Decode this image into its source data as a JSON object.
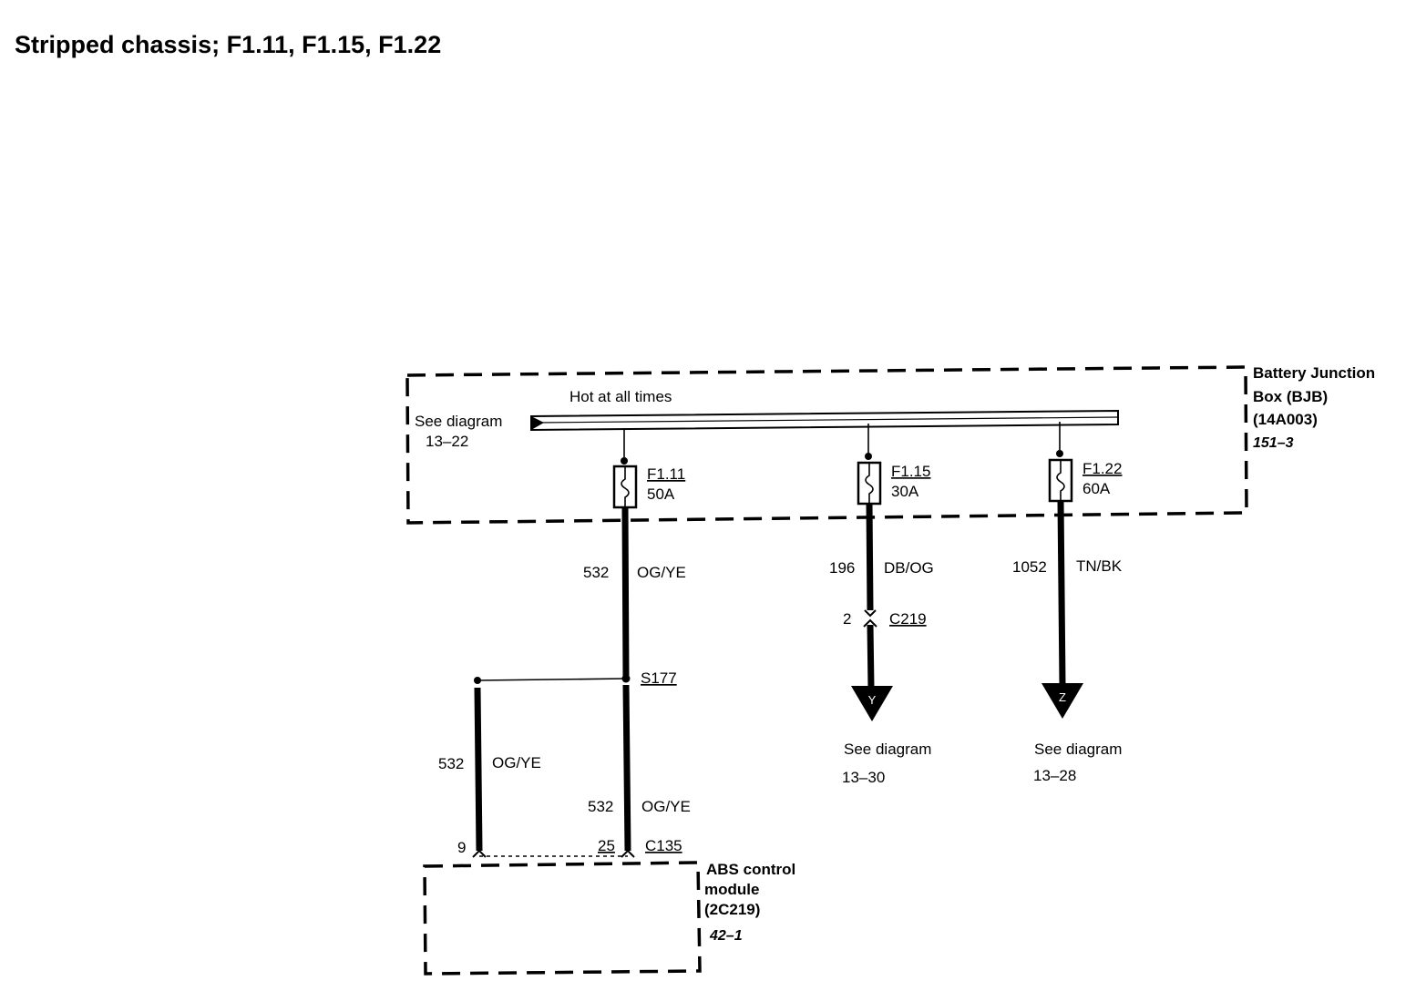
{
  "title": "Stripped chassis; F1.11, F1.15, F1.22",
  "bus": {
    "label": "Hot at all times",
    "see_diagram": "See diagram",
    "see_ref": "13–22"
  },
  "bjb": {
    "line1": "Battery Junction",
    "line2": "Box (BJB)",
    "line3": "(14A003)",
    "ref": "151–3"
  },
  "fuses": [
    {
      "name": "F1.11",
      "rating": "50A"
    },
    {
      "name": "F1.15",
      "rating": "30A"
    },
    {
      "name": "F1.22",
      "rating": "60A"
    }
  ],
  "circuits": {
    "c1": {
      "num": "532",
      "color": "OG/YE"
    },
    "c2": {
      "num": "196",
      "color": "DB/OG"
    },
    "c3": {
      "num": "1052",
      "color": "TN/BK"
    },
    "c1a": {
      "num": "532",
      "color": "OG/YE"
    },
    "c1b": {
      "num": "532",
      "color": "OG/YE"
    }
  },
  "connectors": {
    "c219": {
      "pin": "2",
      "name": "C219"
    },
    "c135": {
      "pin_left": "9",
      "pin_right": "25",
      "name": "C135"
    }
  },
  "splice": "S177",
  "arrows": {
    "y": {
      "letter": "Y",
      "see": "See diagram",
      "ref": "13–30"
    },
    "z": {
      "letter": "Z",
      "see": "See diagram",
      "ref": "13–28"
    }
  },
  "abs": {
    "line1": "ABS control",
    "line2": "module",
    "line3": "(2C219)",
    "ref": "42–1"
  }
}
